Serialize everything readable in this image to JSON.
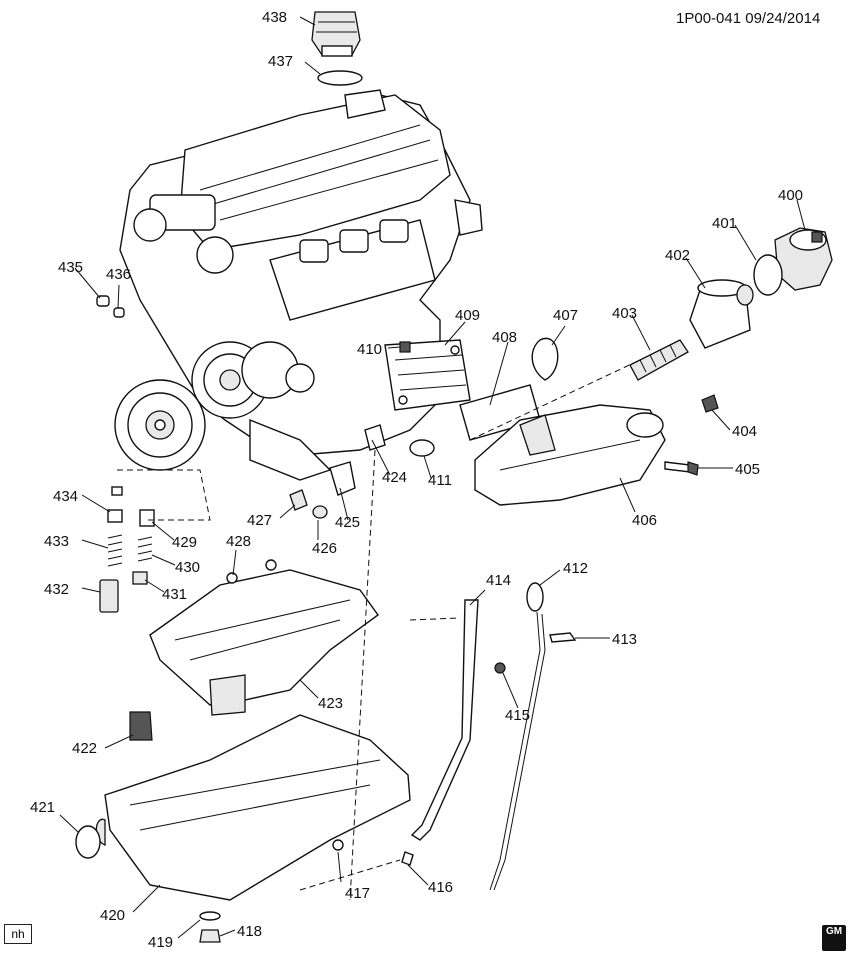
{
  "header": {
    "code": "1P00-041  09/24/2014"
  },
  "corner_tag": "nh",
  "logo": {
    "line1": "GM",
    "line2": ""
  },
  "callouts": {
    "c400": "400",
    "c401": "401",
    "c402": "402",
    "c403": "403",
    "c404": "404",
    "c405": "405",
    "c406": "406",
    "c407": "407",
    "c408": "408",
    "c409": "409",
    "c410": "410",
    "c411": "411",
    "c412": "412",
    "c413": "413",
    "c414": "414",
    "c415": "415",
    "c416": "416",
    "c417": "417",
    "c418": "418",
    "c419": "419",
    "c420": "420",
    "c421": "421",
    "c422": "422",
    "c423": "423",
    "c424": "424",
    "c425": "425",
    "c426": "426",
    "c427": "427",
    "c428": "428",
    "c429": "429",
    "c430": "430",
    "c431": "431",
    "c432": "432",
    "c433": "433",
    "c434": "434",
    "c435": "435",
    "c436": "436",
    "c437": "437",
    "c438": "438"
  }
}
